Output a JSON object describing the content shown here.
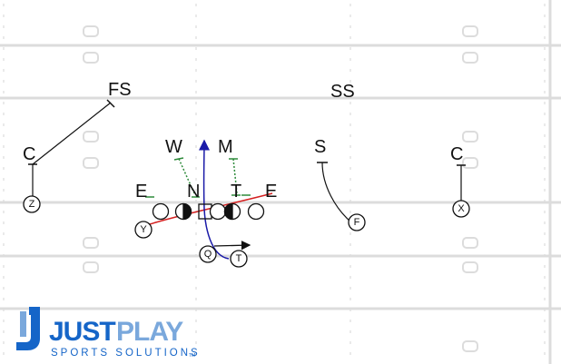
{
  "defense": {
    "fs": "FS",
    "ss": "SS",
    "c_left": "C",
    "c_right": "C",
    "w": "W",
    "m": "M",
    "s": "S",
    "e_left": "E",
    "n": "N",
    "t": "T",
    "e_right": "E"
  },
  "offense": {
    "z": "Z",
    "y": "Y",
    "q": "Q",
    "tb": "T",
    "f": "F",
    "x": "X"
  },
  "logo": {
    "word1": "JUST",
    "word2": "PLAY",
    "tagline": "SPORTS SOLUTIONS",
    "tm": "TM"
  },
  "colors": {
    "field_line": "#dcdcdc",
    "route_blue": "#1a1aa8",
    "route_red": "#d42020",
    "drop_green": "#2d8a3a",
    "logo_blue": "#1565c8",
    "logo_light": "#7aa8dc"
  }
}
